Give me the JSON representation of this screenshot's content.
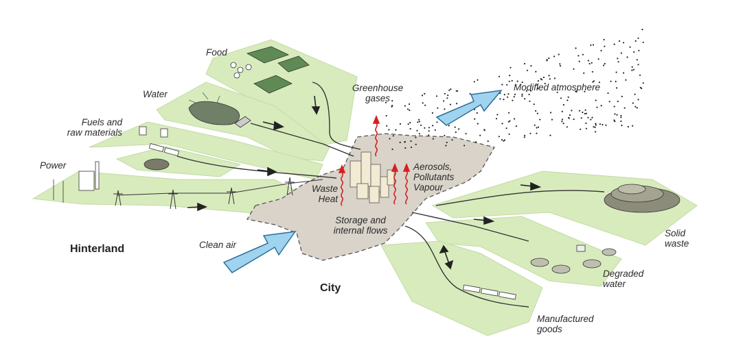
{
  "labels": {
    "food": "Food",
    "water": "Water",
    "fuels_line1": "Fuels and",
    "fuels_line2": "raw materials",
    "power": "Power",
    "hinterland": "Hinterland",
    "clean_air": "Clean air",
    "city": "City",
    "greenhouse_line1": "Greenhouse",
    "greenhouse_line2": "gases",
    "modified_atmosphere": "Modified atmosphere",
    "aerosols_line1": "Aerosols,",
    "aerosols_line2": "Pollutants",
    "aerosols_line3": "Vapour",
    "waste_heat_line1": "Waste",
    "waste_heat_line2": "Heat",
    "storage_line1": "Storage and",
    "storage_line2": "internal flows",
    "solid_waste_line1": "Solid",
    "solid_waste_line2": "waste",
    "degraded_water_line1": "Degraded",
    "degraded_water_line2": "water",
    "manufactured_line1": "Manufactured",
    "manufactured_line2": "goods"
  },
  "colors": {
    "land": "#d8ebbd",
    "land_edge": "#b9d39a",
    "city": "#d9d3c9",
    "city_edge": "#555555",
    "arrow_blue": "#9fd3ee",
    "arrow_blue_edge": "#2b6f9b",
    "heat_red": "#d62020",
    "ink": "#333333"
  }
}
